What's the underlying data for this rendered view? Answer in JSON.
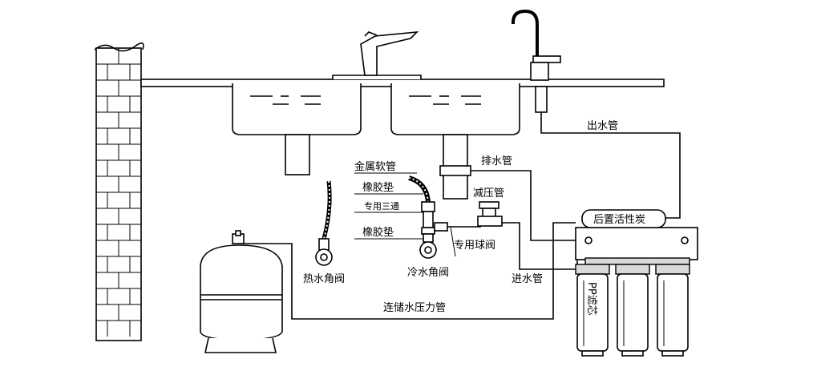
{
  "labels": {
    "outlet_pipe": "出水管",
    "drain_pipe": "排水管",
    "metal_hose": "金属软管",
    "rubber_gasket_1": "橡胶垫",
    "special_tee": "专用三通",
    "rubber_gasket_2": "橡胶垫",
    "pressure_reducer": "减压管",
    "ball_valve": "专用球阀",
    "hot_angle_valve": "热水角阀",
    "cold_angle_valve": "冷水角阀",
    "inlet_pipe": "进水管",
    "tank_pipe": "连储水压力管",
    "post_carbon": "后置活性炭",
    "pp_filter": "PP滤芯"
  }
}
